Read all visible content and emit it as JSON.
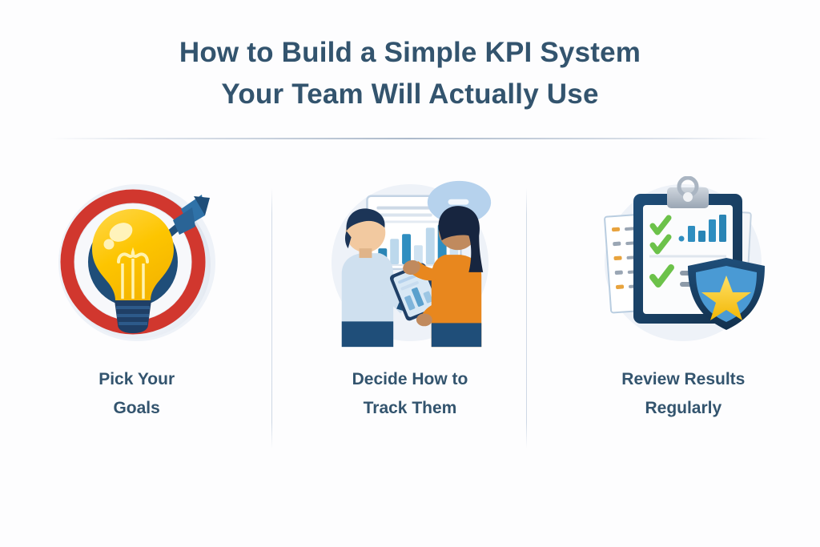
{
  "page": {
    "background_color": "#fdfdfe",
    "heading_color": "#33546e",
    "accent_blue": "#1f4e79",
    "accent_light_blue": "#9cc3e5",
    "accent_red": "#d1372e",
    "accent_yellow": "#fdc800",
    "accent_green": "#6cc24a",
    "accent_orange": "#e8871e",
    "divider_color": "#cfd8e3",
    "backdrop_color": "#eef2f8"
  },
  "title": {
    "line1": "How to Build a Simple KPI System",
    "line2": "Your Team Will Actually Use"
  },
  "steps": [
    {
      "id": "step-1",
      "icon_name": "target-lightbulb-icon",
      "caption_line1": "Pick Your",
      "caption_line2": "Goals"
    },
    {
      "id": "step-2",
      "icon_name": "team-discussion-chart-icon",
      "caption_line1": "Decide How to",
      "caption_line2": "Track Them"
    },
    {
      "id": "step-3",
      "icon_name": "clipboard-shield-star-icon",
      "caption_line1": "Review Results",
      "caption_line2": "Regularly"
    }
  ]
}
